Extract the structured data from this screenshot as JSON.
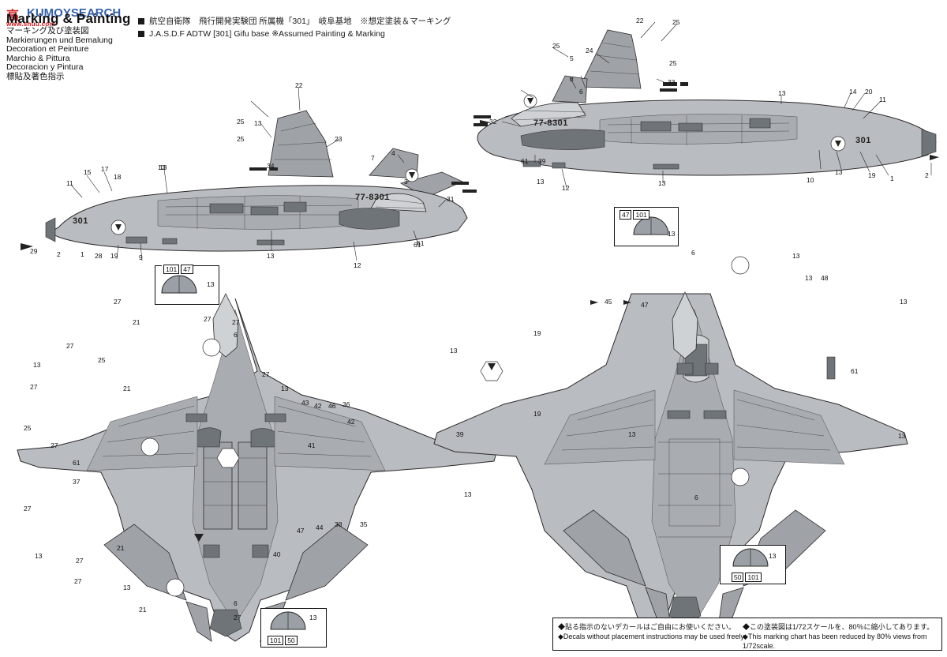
{
  "titles": {
    "main": "Marking & Painting",
    "lines": [
      "マーキング及び塗装図",
      "Markierungen und Bemalung",
      "Decoration et Peinture",
      "Marchio & Pittura",
      "Decoracion y Pintura",
      "標貼及著色指示"
    ]
  },
  "watermark": {
    "red": "高",
    "blue": "KUMOYSEARCH",
    "sub": "www.shuu.com"
  },
  "legend": [
    {
      "icon": "filled-square",
      "text": "航空自衛隊　飛行開発実験団 所属機「301」　岐阜基地　※想定塗装＆マーキング"
    },
    {
      "icon": "filled-square",
      "text": "J.A.S.D.F ADTW [301]  Gifu base  ※Assumed Painting & Marking"
    }
  ],
  "aircraft_codes": [
    {
      "id": "side-view-upper-right-tail",
      "text": "77-8301"
    },
    {
      "id": "side-view-upper-right-fuselage",
      "text": "301"
    },
    {
      "id": "side-view-left-tail",
      "text": "77-8301"
    },
    {
      "id": "side-view-left-nose",
      "text": "301"
    }
  ],
  "insets": [
    {
      "id": "inset-upper-left",
      "labels": [
        "101",
        "47"
      ],
      "part": "13"
    },
    {
      "id": "inset-upper-right",
      "labels": [
        "47",
        "101"
      ],
      "part": "13"
    },
    {
      "id": "inset-lower-left",
      "labels": [
        "101",
        "50"
      ],
      "part": "13"
    },
    {
      "id": "inset-lower-right",
      "labels": [
        "50",
        "101"
      ],
      "part": "13"
    }
  ],
  "notes": {
    "left": [
      "◆貼る指示のないデカールはご自由にお使いください。",
      "◆Decals without placement instructions may be used freely."
    ],
    "right": [
      "◆この塗装図は1/72スケールを、80％に縮小してあります。",
      "◆This marking chart has been reduced by 80% views from 1/72scale."
    ]
  },
  "callouts": {
    "side_left": [
      "15",
      "17",
      "11",
      "18",
      "3",
      "13",
      "61",
      "29",
      "2",
      "1",
      "28",
      "19",
      "9",
      "13",
      "12",
      "61",
      "31",
      "4",
      "7",
      "23",
      "25",
      "22",
      "13",
      "25",
      "34",
      "13"
    ],
    "side_right": [
      "22",
      "25",
      "24",
      "25",
      "33",
      "5",
      "8",
      "6",
      "32",
      "13",
      "61",
      "12",
      "13",
      "13",
      "14",
      "20",
      "11",
      "13",
      "10",
      "19",
      "1",
      "2",
      "39",
      "13"
    ],
    "bottom_view": [
      "27",
      "21",
      "25",
      "21",
      "13",
      "27",
      "27",
      "6",
      "27",
      "27",
      "13",
      "61",
      "37",
      "25",
      "27",
      "13",
      "21",
      "27",
      "13",
      "27",
      "6",
      "21",
      "27",
      "101",
      "50",
      "43",
      "42",
      "46",
      "36",
      "13",
      "39",
      "47",
      "44",
      "38",
      "35",
      "40",
      "41",
      "45"
    ],
    "top_view": [
      "13",
      "6",
      "13",
      "48",
      "13",
      "19",
      "45",
      "47",
      "19",
      "13",
      "61",
      "13",
      "13",
      "6",
      "50",
      "101"
    ]
  }
}
